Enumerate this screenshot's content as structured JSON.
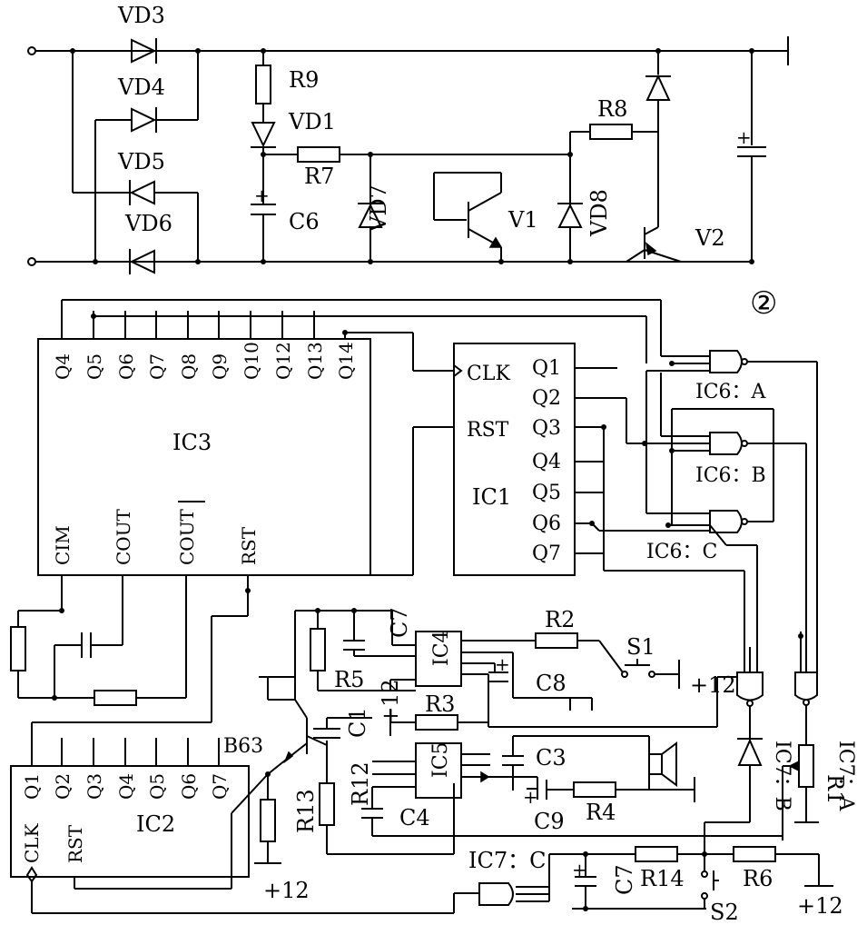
{
  "figure_number": "②",
  "top_circuit": {
    "diodes": [
      "VD3",
      "VD4",
      "VD5",
      "VD6",
      "VD1",
      "VD7",
      "VD8"
    ],
    "resistors": [
      "R9",
      "R7",
      "R8"
    ],
    "capacitors": [
      "C6"
    ],
    "transistors": [
      "V1",
      "V2"
    ]
  },
  "ic3": {
    "name": "IC3",
    "top_pins": [
      "Q4",
      "Q5",
      "Q6",
      "Q7",
      "Q8",
      "Q9",
      "Q10",
      "Q12",
      "Q13",
      "Q14"
    ],
    "bottom_pins": [
      "CIM",
      "COUT",
      "COUT",
      "RST"
    ]
  },
  "ic1": {
    "name": "IC1",
    "left_pins": [
      "CLK",
      "RST"
    ],
    "right_pins": [
      "Q1",
      "Q2",
      "Q3",
      "Q4",
      "Q5",
      "Q6",
      "Q7"
    ]
  },
  "ic2": {
    "name": "IC2",
    "top_pins": [
      "Q1",
      "Q2",
      "Q3",
      "Q4",
      "Q5",
      "Q6",
      "Q7"
    ],
    "left_pins": [
      "CLK",
      "RST"
    ],
    "extra_label": "B63"
  },
  "gates": [
    "IC6：A",
    "IC6：B",
    "IC6：C",
    "IC7：A",
    "IC7：B",
    "IC7：C"
  ],
  "chips": [
    "IC4",
    "IC5"
  ],
  "bottom_labels": {
    "r2": "R2",
    "s1": "S1",
    "plus12_a": "+12",
    "c7_a": "C7",
    "r5": "R5",
    "c8": "C8",
    "plus12_b": "+12",
    "r3": "R3",
    "c1": "C1",
    "c3": "C3",
    "r12": "R12",
    "r13": "R13",
    "c4": "C4",
    "c9": "C9",
    "r4": "R4",
    "r1": "R1",
    "plus12_c": "+12",
    "c7_b": "C7",
    "r14": "R14",
    "r6": "R6",
    "s2": "S2",
    "plus12_d": "+12"
  }
}
